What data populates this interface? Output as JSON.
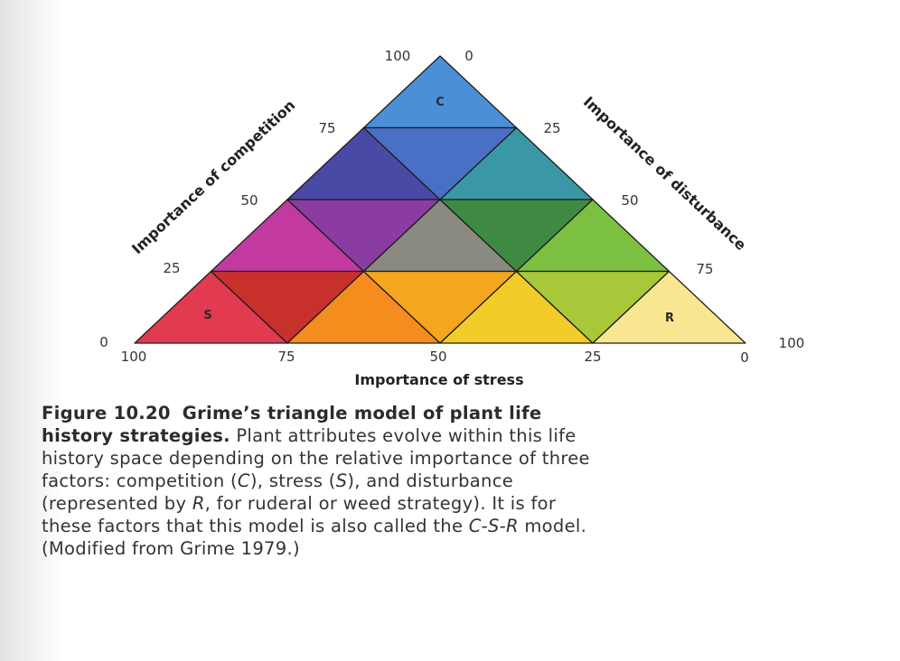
{
  "chart_data": {
    "type": "ternary",
    "title": "Grime's triangle model of plant life history strategies",
    "axes": {
      "competition": {
        "label": "Importance of competition",
        "ticks": [
          "100",
          "75",
          "50",
          "25",
          "0"
        ],
        "side": "left"
      },
      "disturbance": {
        "label": "Importance of disturbance",
        "ticks": [
          "0",
          "25",
          "50",
          "75",
          "100"
        ],
        "side": "right"
      },
      "stress": {
        "label": "Importance of stress",
        "ticks": [
          "100",
          "75",
          "50",
          "25",
          "0"
        ],
        "side": "bottom"
      }
    },
    "vertices": {
      "top": {
        "label": "C",
        "meaning": "competition"
      },
      "bottom_left": {
        "label": "S",
        "meaning": "stress"
      },
      "bottom_right": {
        "label": "R",
        "meaning": "disturbance (ruderal)"
      }
    },
    "grid_step": 25,
    "regions": [
      {
        "id": "r0-up0",
        "color": "#4a8fd8",
        "label": "C"
      },
      {
        "id": "r1-up0",
        "color": "#4a4aa6"
      },
      {
        "id": "r1-down0",
        "color": "#4a70c6"
      },
      {
        "id": "r1-up1",
        "color": "#3a98a6"
      },
      {
        "id": "r2-up0",
        "color": "#c23aa0"
      },
      {
        "id": "r2-down0",
        "color": "#8a3ca2"
      },
      {
        "id": "r2-up1",
        "color": "#8a8a80"
      },
      {
        "id": "r2-down1",
        "color": "#3e8a42"
      },
      {
        "id": "r2-up2",
        "color": "#7cc042"
      },
      {
        "id": "r3-up0",
        "color": "#e23a50",
        "label": "S"
      },
      {
        "id": "r3-down0",
        "color": "#c8302c"
      },
      {
        "id": "r3-up1",
        "color": "#f48c1e"
      },
      {
        "id": "r3-down1",
        "color": "#f4a61e"
      },
      {
        "id": "r3-up2",
        "color": "#f2cc28"
      },
      {
        "id": "r3-down2",
        "color": "#a8c83a"
      },
      {
        "id": "r3-up3",
        "color": "#f8e690",
        "label": "R"
      }
    ]
  },
  "figure": {
    "corner_labels": {
      "c": "C",
      "s": "S",
      "r": "R"
    },
    "ticks": {
      "top_left": "100",
      "top_right": "0",
      "left_75": "75",
      "left_50": "50",
      "left_25": "25",
      "left_0": "0",
      "right_25": "25",
      "right_50": "50",
      "right_75": "75",
      "right_100": "100",
      "bottom_100": "100",
      "bottom_75": "75",
      "bottom_50": "50",
      "bottom_25": "25",
      "bottom_0": "0"
    },
    "axis_labels": {
      "competition": "Importance of competition",
      "disturbance": "Importance of disturbance",
      "stress": "Importance of stress"
    }
  },
  "caption": {
    "figure_number": "Figure 10.20",
    "title_line1": "Grime’s triangle model of plant life",
    "title_line2": "history strategies.",
    "line2_rest": " Plant attributes evolve within this life",
    "line3": "history space depending on the relative importance of three",
    "line4_a": "factors: competition (",
    "line4_c": "C",
    "line4_b": "), stress (",
    "line4_s": "S",
    "line4_d": "), and disturbance",
    "line5_a": "(represented by ",
    "line5_r": "R",
    "line5_b": ", for ruderal or weed strategy). It is for",
    "line6_a": "these factors that this model is also called the ",
    "line6_csr": "C-S-R",
    "line6_b": " model.",
    "line7": "(Modified from Grime 1979.)"
  }
}
